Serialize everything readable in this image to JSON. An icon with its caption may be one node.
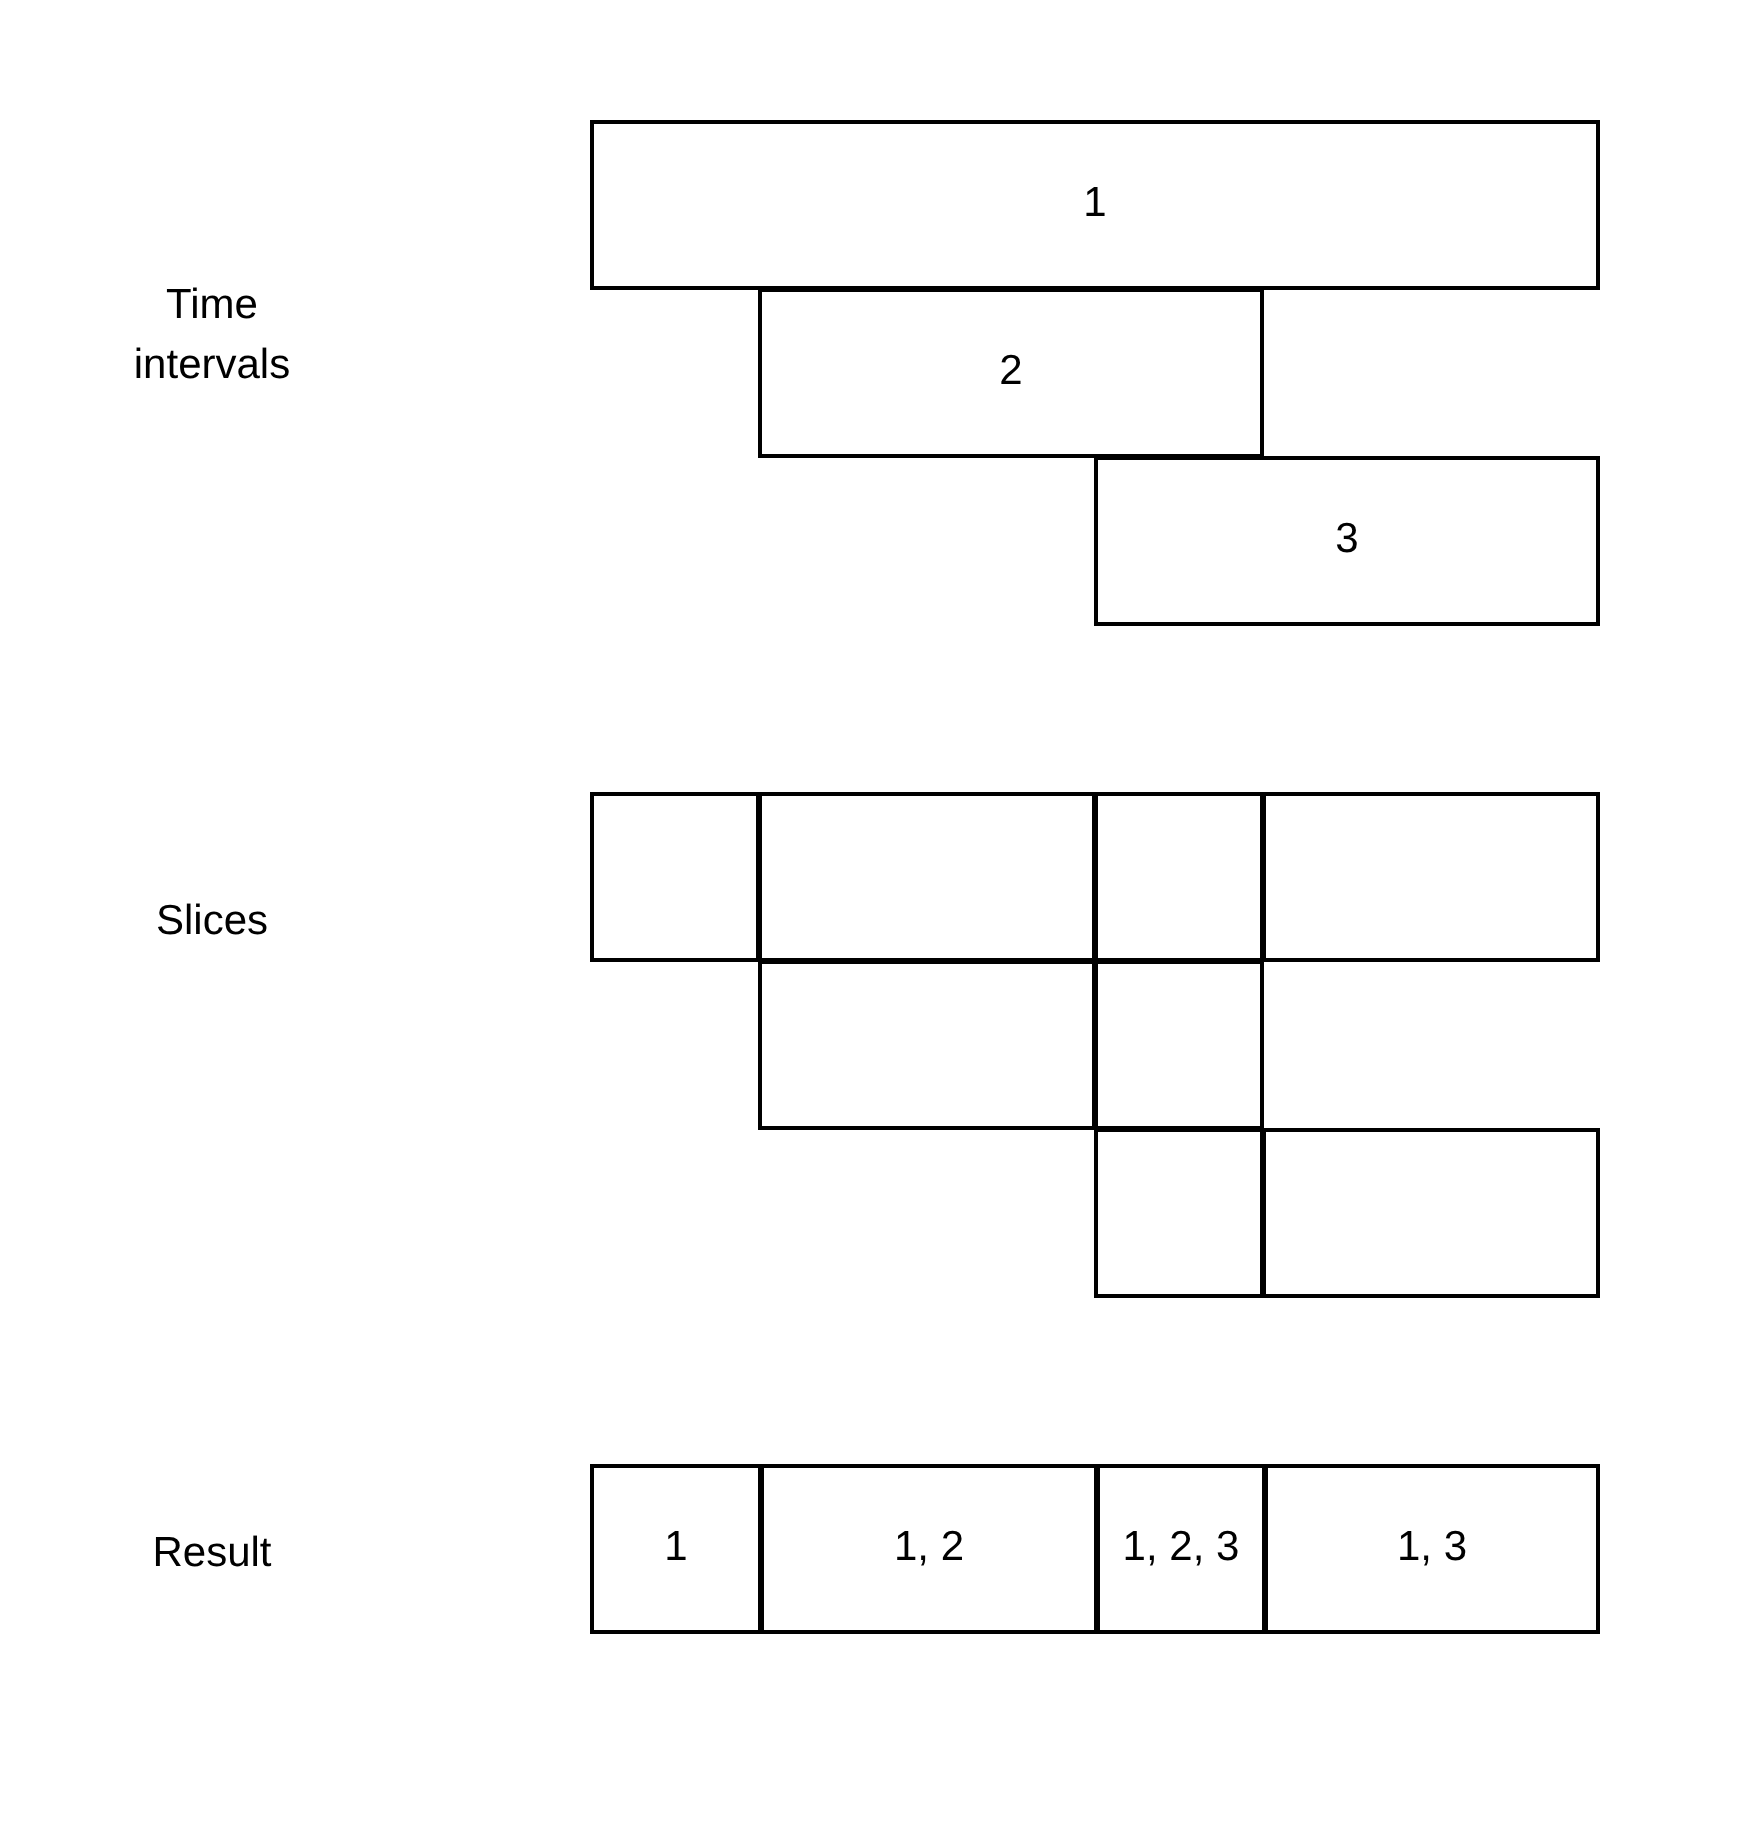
{
  "diagram": {
    "nodes": [
      {
        "text": [
          "1"
        ]
      },
      {
        "text": [
          "2"
        ]
      },
      {
        "text": [
          "3"
        ]
      },
      {
        "text": [],
        "shape": "box"
      },
      {
        "text": [],
        "shape": "box"
      },
      {
        "text": [],
        "shape": "box"
      },
      {
        "text": [],
        "shape": "box"
      },
      {
        "text": [],
        "shape": "box"
      },
      {
        "text": [],
        "shape": "box"
      },
      {
        "text": [],
        "shape": "box"
      },
      {
        "text": [],
        "shape": "box"
      },
      {
        "text": [
          "1"
        ]
      },
      {
        "text": [
          "1, 2"
        ]
      },
      {
        "text": [
          "1, 2, 3"
        ]
      },
      {
        "text": [
          "1, 3"
        ]
      }
    ],
    "labels": [
      "Time intervals",
      "Slices",
      "Result"
    ]
  }
}
